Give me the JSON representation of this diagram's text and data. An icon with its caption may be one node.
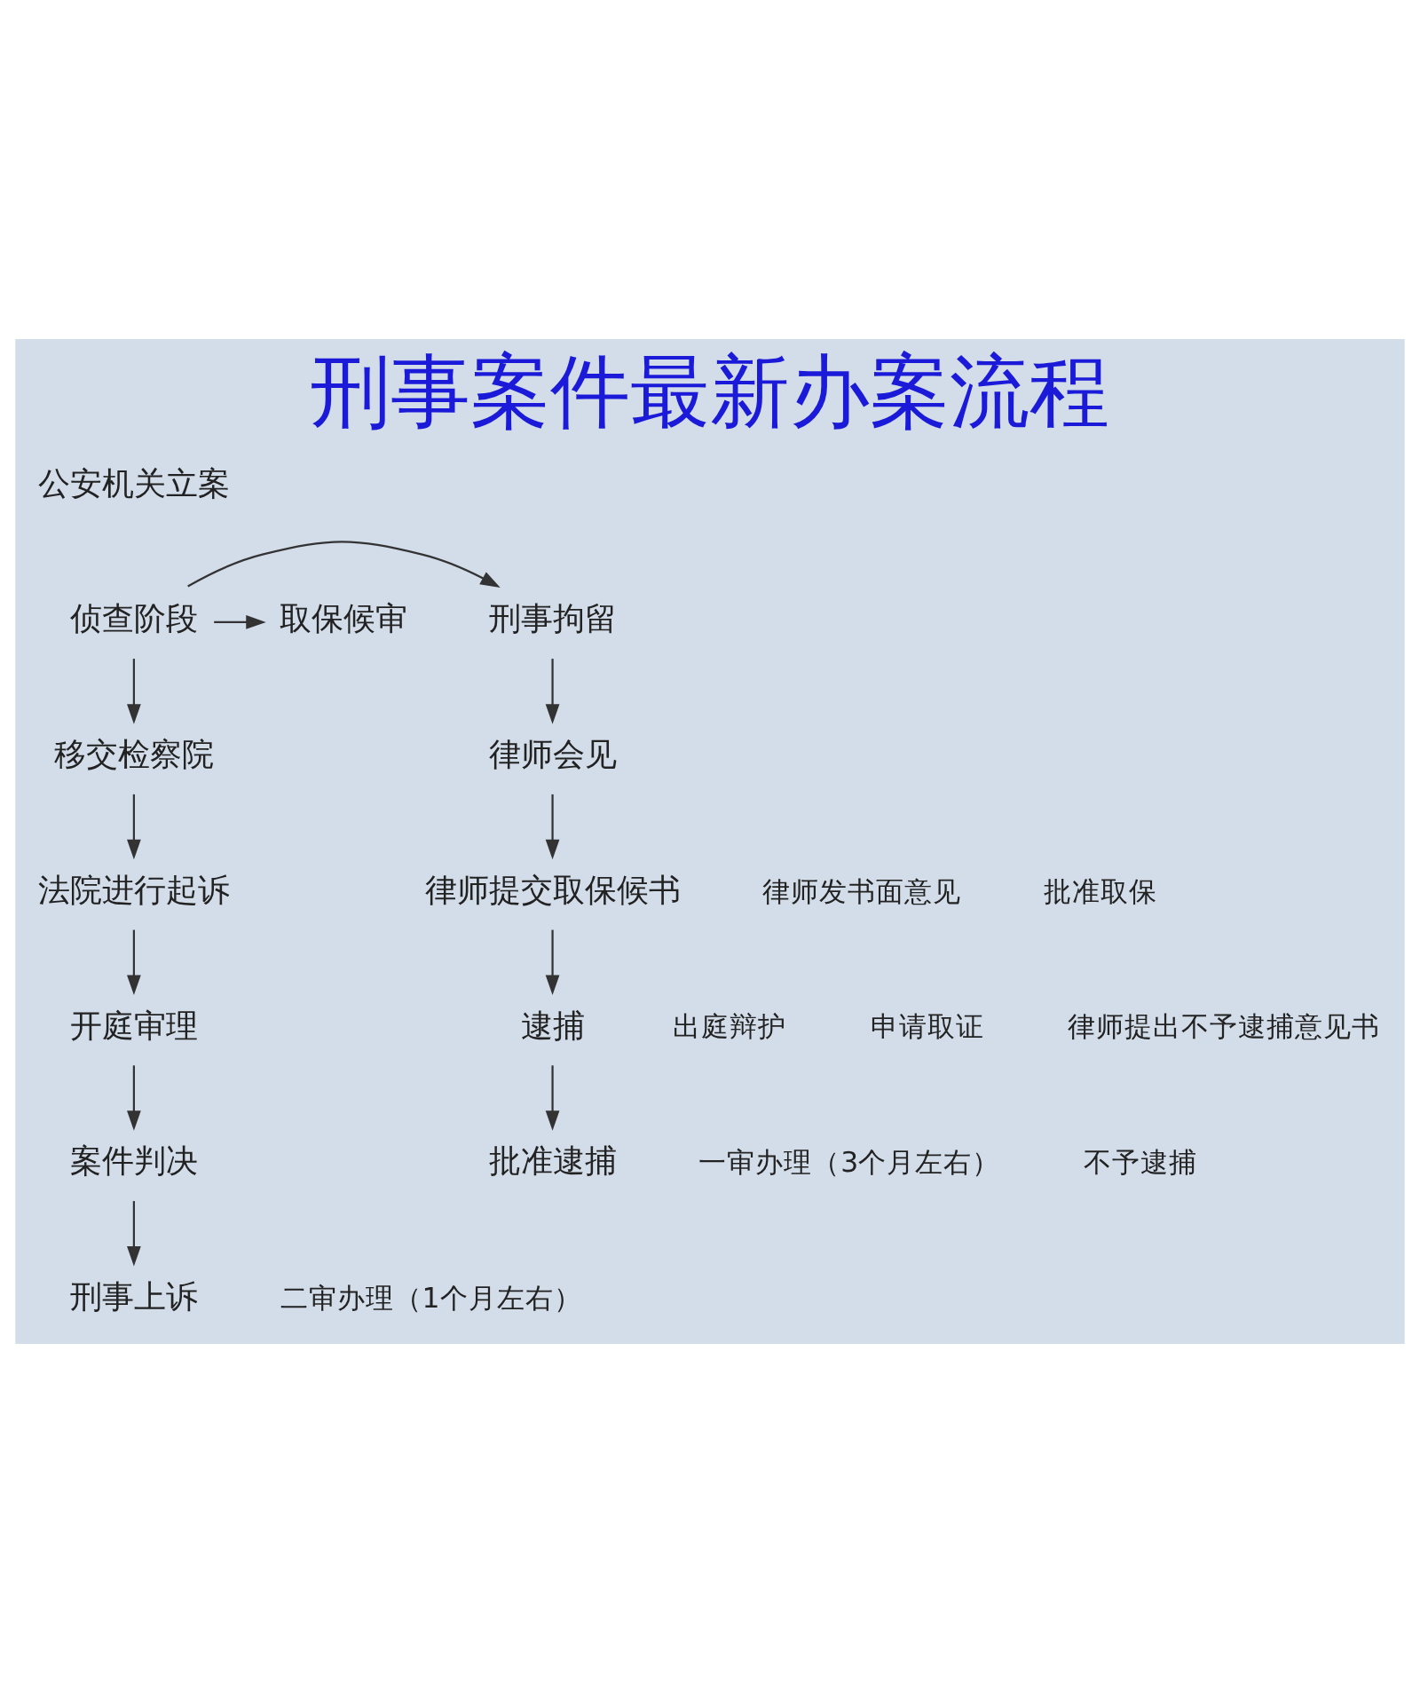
{
  "diagram": {
    "title": "刑事案件最新办案流程",
    "nodes": [
      {
        "text": [
          "公安机关立案"
        ]
      },
      {
        "text": [
          "侦查阶段"
        ]
      },
      {
        "text": [
          "刑事拘留"
        ]
      },
      {
        "text": [
          "取保候审"
        ]
      },
      {
        "text": [
          "移交检察院"
        ]
      },
      {
        "text": [
          "律师会见"
        ]
      },
      {
        "text": [
          "法院进行起诉"
        ]
      },
      {
        "text": [
          "律师提交取保候书"
        ]
      },
      {
        "text": [
          "开庭审理"
        ]
      },
      {
        "text": [
          "逮捕"
        ]
      },
      {
        "text": [
          "案件判决"
        ]
      },
      {
        "text": [
          "批准逮捕"
        ]
      },
      {
        "text": [
          "刑事上诉"
        ]
      }
    ],
    "edges": [
      {
        "from": 1,
        "to": 2,
        "arrow": "to"
      },
      {
        "from": 1,
        "to": 3,
        "arrow": "to"
      },
      {
        "from": 1,
        "to": 4,
        "arrow": "to"
      },
      {
        "from": 2,
        "to": 5,
        "arrow": "to"
      },
      {
        "from": 5,
        "to": 7,
        "arrow": "to"
      },
      {
        "from": 7,
        "to": 9,
        "arrow": "to"
      },
      {
        "from": 9,
        "to": 11,
        "arrow": "to"
      },
      {
        "from": 4,
        "to": 6,
        "arrow": "to"
      },
      {
        "from": 6,
        "to": 8,
        "arrow": "to"
      },
      {
        "from": 8,
        "to": 10,
        "arrow": "to"
      },
      {
        "from": 10,
        "to": 12,
        "arrow": "to"
      }
    ],
    "labels": [
      "律师发书面意见",
      "出庭辩护",
      "批准取保",
      "申请取证",
      "律师提出不予逮捕意见书",
      "一审办理（3个月左右）",
      "不予逮捕",
      "二审办理（1个月左右）"
    ]
  }
}
